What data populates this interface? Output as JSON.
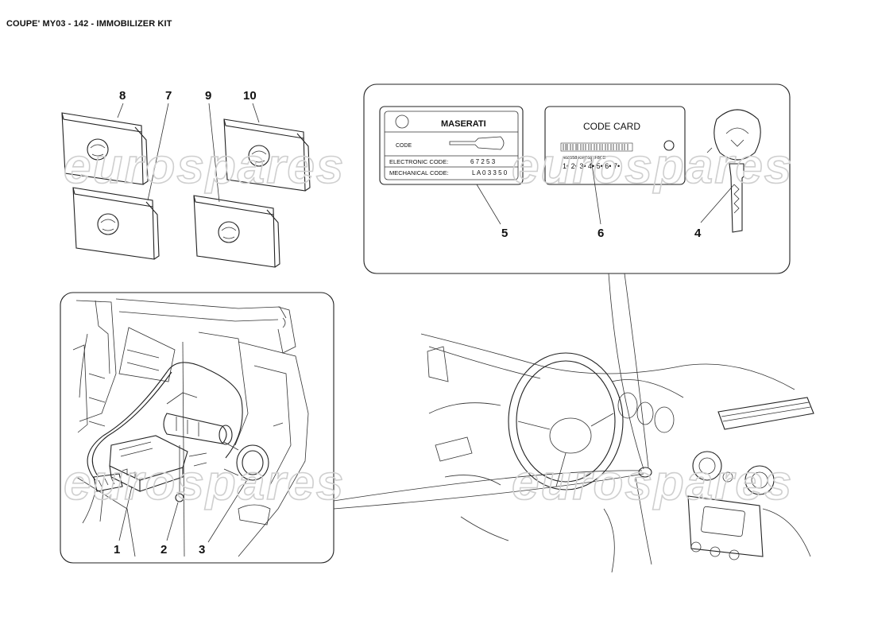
{
  "title": "COUPE' MY03 - 142 - IMMOBILIZER KIT",
  "watermark": "eurospares",
  "callouts": {
    "c1": "1",
    "c2": "2",
    "c3": "3",
    "c4": "4",
    "c5": "5",
    "c6": "6",
    "c7": "7",
    "c8": "8",
    "c9": "9",
    "c10": "10"
  },
  "code_tag": {
    "brand": "MASERATI",
    "code_label": "CODE",
    "electronic_label": "ELECTRONIC CODE:",
    "electronic_value": "6 7 2 5 3",
    "mechanical_label": "MECHANICAL CODE:",
    "mechanical_value": "L A 0 3 3 5 0"
  },
  "code_card": {
    "title": "CODE CARD",
    "barcode_text": "46855840P0681F8CE",
    "digits": "1• 2• 3• 4• 5• 6• 7•"
  },
  "colors": {
    "line": "#222222",
    "watermark": "#cfcfcf",
    "background": "#ffffff"
  }
}
